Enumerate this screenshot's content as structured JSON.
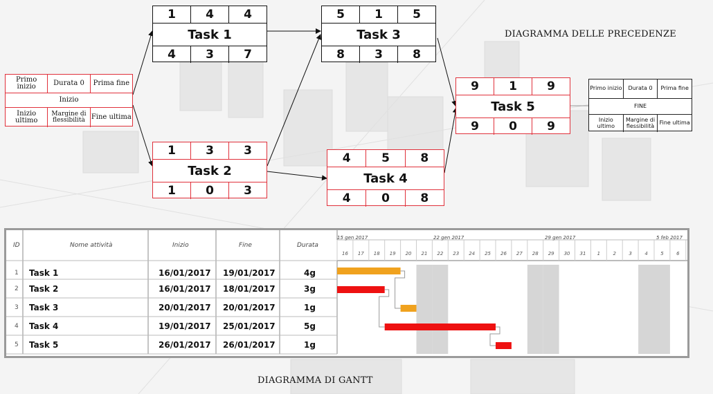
{
  "title_precedenze": "DIAGRAMMA DELLE PRECEDENZE",
  "title_gantt": "DIAGRAMMA DI  GANTT",
  "legend_left": {
    "primo_inizio": "Primo inizio",
    "durata": "Durata 0",
    "prima_fine": "Prima fine",
    "inizio": "Inizio",
    "inizio_ultimo": "Inizio ultimo",
    "margine": "Margine di flessibilità",
    "fine_ultima": "Fine ultima"
  },
  "legend_right": {
    "primo_inizio": "Primo inizio",
    "durata": "Durata 0",
    "prima_fine": "Prima fine",
    "fine": "FINE",
    "inizio_ultimo": "Inizio ultimo",
    "margine": "Margine di flessibilità",
    "fine_ultima": "Fine ultima"
  },
  "nodes": {
    "task1": {
      "top": [
        "1",
        "4",
        "4"
      ],
      "name": "Task 1",
      "bottom": [
        "4",
        "3",
        "7"
      ]
    },
    "task2": {
      "top": [
        "1",
        "3",
        "3"
      ],
      "name": "Task 2",
      "bottom": [
        "1",
        "0",
        "3"
      ]
    },
    "task3": {
      "top": [
        "5",
        "1",
        "5"
      ],
      "name": "Task 3",
      "bottom": [
        "8",
        "3",
        "8"
      ]
    },
    "task4": {
      "top": [
        "4",
        "5",
        "8"
      ],
      "name": "Task 4",
      "bottom": [
        "4",
        "0",
        "8"
      ]
    },
    "task5": {
      "top": [
        "9",
        "1",
        "9"
      ],
      "name": "Task 5",
      "bottom": [
        "9",
        "0",
        "9"
      ]
    }
  },
  "gantt": {
    "headers": {
      "id": "ID",
      "name": "Nome attività",
      "start": "Inizio",
      "end": "Fine",
      "duration": "Durata"
    },
    "weeks": [
      "15 gen 2017",
      "22 gen 2017",
      "29 gen 2017",
      "5 feb 2017"
    ],
    "days": [
      "16",
      "17",
      "18",
      "19",
      "20",
      "21",
      "22",
      "23",
      "24",
      "25",
      "26",
      "27",
      "28",
      "29",
      "30",
      "31",
      "1",
      "2",
      "3",
      "4",
      "5",
      "6"
    ],
    "rows": [
      {
        "id": "1",
        "name": "Task 1",
        "start": "16/01/2017",
        "end": "19/01/2017",
        "duration": "4g"
      },
      {
        "id": "2",
        "name": "Task 2",
        "start": "16/01/2017",
        "end": "18/01/2017",
        "duration": "3g"
      },
      {
        "id": "3",
        "name": "Task 3",
        "start": "20/01/2017",
        "end": "20/01/2017",
        "duration": "1g"
      },
      {
        "id": "4",
        "name": "Task 4",
        "start": "19/01/2017",
        "end": "25/01/2017",
        "duration": "5g"
      },
      {
        "id": "5",
        "name": "Task 5",
        "start": "26/01/2017",
        "end": "26/01/2017",
        "duration": "1g"
      }
    ]
  },
  "chart_data": {
    "type": "gantt",
    "tasks": [
      {
        "name": "Task 1",
        "start_day": "16",
        "span_days": 4,
        "color": "#f0a21e"
      },
      {
        "name": "Task 2",
        "start_day": "16",
        "span_days": 3,
        "color": "#ee1111"
      },
      {
        "name": "Task 3",
        "start_day": "20",
        "span_days": 1,
        "color": "#f0a21e"
      },
      {
        "name": "Task 4",
        "start_day": "19",
        "span_days": 7,
        "color": "#ee1111"
      },
      {
        "name": "Task 5",
        "start_day": "26",
        "span_days": 1,
        "color": "#ee1111"
      }
    ],
    "weekend_days": [
      "21",
      "22",
      "28",
      "29",
      "4",
      "5"
    ]
  },
  "colors": {
    "critical": "#ee1111",
    "noncritical": "#f0a21e",
    "node_border": "#e0303a",
    "weekend": "#d6d6d6"
  }
}
